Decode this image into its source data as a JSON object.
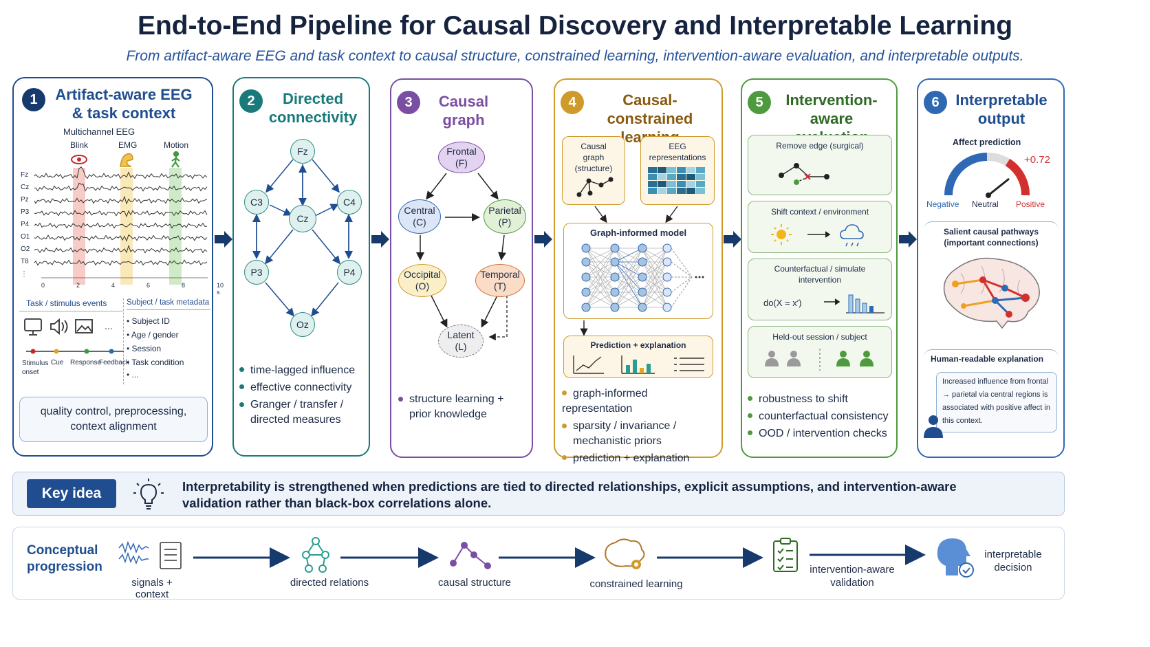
{
  "title": "End-to-End Pipeline for Causal Discovery and Interpretable Learning",
  "subtitle": "From artifact-aware EEG and task context to causal structure, constrained learning, intervention-aware evaluation, and interpretable outputs.",
  "colors": {
    "p1": "#1f4d8f",
    "p2": "#1a7a7a",
    "p3": "#7a4ea3",
    "p4": "#d09a2a",
    "p5": "#4e9a3e",
    "p6": "#2f68b3",
    "navy": "#173a6d"
  },
  "p1": {
    "num": "1",
    "title1": "Artifact-aware EEG",
    "title2": "& task context",
    "eeg_label": "Multichannel EEG",
    "artifacts": [
      "Blink",
      "EMG",
      "Motion"
    ],
    "channels": [
      "Fz",
      "Cz",
      "Pz",
      "P3",
      "P4",
      "O1",
      "O2",
      "T8",
      "⋮"
    ],
    "ticks": [
      "0",
      "2",
      "4",
      "6",
      "8",
      "10 s"
    ],
    "task_title": "Task / stimulus events",
    "events": [
      "Stimulus onset",
      "Cue",
      "Response",
      "Feedback"
    ],
    "meta_title": "Subject / task metadata",
    "meta": [
      "• Subject ID",
      "• Age / gender",
      "• Session",
      "• Task condition",
      "• ..."
    ],
    "qc": "quality control, preprocessing, context alignment",
    "dots": "..."
  },
  "p2": {
    "num": "2",
    "title1": "Directed",
    "title2": "connectivity",
    "nodes": [
      "Fz",
      "C3",
      "Cz",
      "C4",
      "P3",
      "P4",
      "Oz"
    ],
    "bullets": [
      "time-lagged influence",
      "effective connectivity",
      "Granger / transfer / directed measures"
    ]
  },
  "p3": {
    "num": "3",
    "title1": "Causal",
    "title2": "graph",
    "nodes": [
      {
        "name": "Frontal",
        "abbr": "(F)"
      },
      {
        "name": "Central",
        "abbr": "(C)"
      },
      {
        "name": "Parietal",
        "abbr": "(P)"
      },
      {
        "name": "Occipital",
        "abbr": "(O)"
      },
      {
        "name": "Temporal",
        "abbr": "(T)"
      },
      {
        "name": "Latent",
        "abbr": "(L)"
      }
    ],
    "bullets": [
      "structure learning + prior knowledge"
    ]
  },
  "p4": {
    "num": "4",
    "title1": "Causal-constrained",
    "title2": "learning",
    "box1": "Causal graph (structure)",
    "box2": "EEG representations",
    "model": "Graph-informed model",
    "pred": "Prediction + explanation",
    "bullets": [
      "graph-informed representation",
      "sparsity / invariance / mechanistic priors",
      "prediction + explanation"
    ]
  },
  "p5": {
    "num": "5",
    "title1": "Intervention-aware",
    "title2": "evaluation",
    "boxes": [
      "Remove edge (surgical)",
      "Shift context / environment",
      "Counterfactual / simulate intervention",
      "Held-out session / subject"
    ],
    "do_label": "do(X = x′)",
    "bullets": [
      "robustness to shift",
      "counterfactual consistency",
      "OOD / intervention checks"
    ]
  },
  "p6": {
    "num": "6",
    "title1": "Interpretable",
    "title2": "output",
    "affect": "Affect prediction",
    "value": "+0.72",
    "gauge": [
      "Negative",
      "Neutral",
      "Positive"
    ],
    "salient": "Salient causal pathways (important connections)",
    "human_title": "Human-readable explanation",
    "explanation": "Increased influence from frontal → parietal via central regions is associated with positive affect in this context."
  },
  "key": {
    "label": "Key idea",
    "text": "Interpretability is strengthened when predictions are tied to directed relationships, explicit assumptions, and intervention-aware validation rather than black-box correlations alone."
  },
  "progression": {
    "label": "Conceptual progression",
    "steps": [
      "signals + context",
      "directed relations",
      "causal structure",
      "constrained learning",
      "intervention-aware validation",
      "interpretable decision"
    ]
  }
}
